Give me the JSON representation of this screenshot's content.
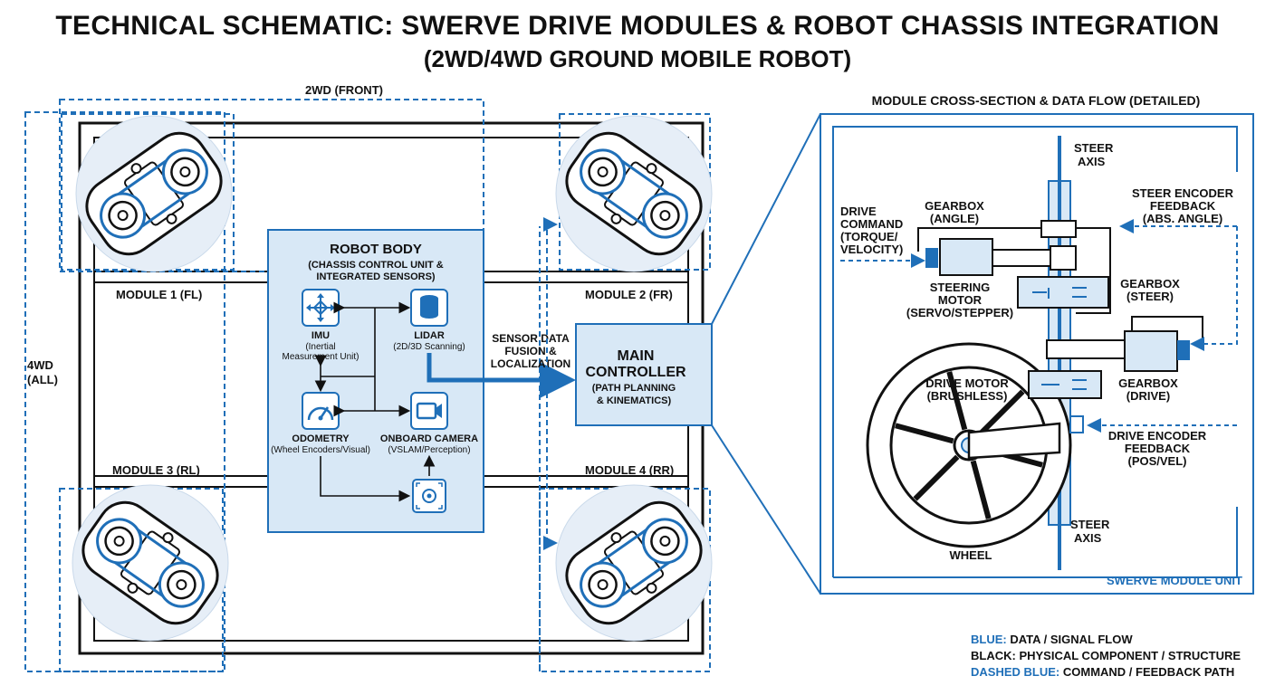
{
  "title": {
    "line1": "TECHNICAL SCHEMATIC: SWERVE DRIVE MODULES & ROBOT CHASSIS INTEGRATION",
    "line2": "(2WD/4WD GROUND MOBILE ROBOT)"
  },
  "chassis": {
    "label_2wd": "2WD (FRONT)",
    "label_4wd": [
      "4WD",
      "(ALL)"
    ],
    "modules": [
      {
        "id": "fl",
        "label": "MODULE 1 (FL)"
      },
      {
        "id": "fr",
        "label": "MODULE 2 (FR)"
      },
      {
        "id": "rl",
        "label": "MODULE 3 (RL)"
      },
      {
        "id": "rr",
        "label": "MODULE 4 (RR)"
      }
    ]
  },
  "robot_body": {
    "title": "ROBOT BODY",
    "subtitle": [
      "(CHASSIS CONTROL UNIT &",
      "INTEGRATED SENSORS)"
    ],
    "sensors": {
      "imu": {
        "name": "IMU",
        "desc": [
          "(Inertial",
          "Measurement Unit)"
        ]
      },
      "lidar": {
        "name": "LIDAR",
        "desc": [
          "(2D/3D Scanning)"
        ]
      },
      "odometry": {
        "name": "ODOMETRY",
        "desc": [
          "(Wheel Encoders/Visual)"
        ]
      },
      "camera": {
        "name": "ONBOARD CAMERA",
        "desc": [
          "(VSLAM/Perception)"
        ]
      }
    }
  },
  "fusion_label": [
    "SENSOR DATA",
    "FUSION &",
    "LOCALIZATION"
  ],
  "main_controller": {
    "title": [
      "MAIN",
      "CONTROLLER"
    ],
    "subtitle": [
      "(PATH PLANNING",
      "& KINEMATICS)"
    ]
  },
  "detail": {
    "title": "MODULE CROSS-SECTION & DATA FLOW (DETAILED)",
    "steer_axis_top": [
      "STEER",
      "AXIS"
    ],
    "steer_axis_bottom": [
      "STEER",
      "AXIS"
    ],
    "drive_command": [
      "DRIVE",
      "COMMAND",
      "(TORQUE/",
      "VELOCITY)"
    ],
    "gearbox_angle": [
      "GEARBOX",
      "(ANGLE)"
    ],
    "steer_encoder": [
      "STEER ENCODER",
      "FEEDBACK",
      "(ABS. ANGLE)"
    ],
    "steering_motor": [
      "STEERING",
      "MOTOR",
      "(SERVO/STEPPER)"
    ],
    "gearbox_steer": [
      "GEARBOX",
      "(STEER)"
    ],
    "drive_motor": [
      "DRIVE MOTOR",
      "(BRUSHLESS)"
    ],
    "gearbox_drive": [
      "GEARBOX",
      "(DRIVE)"
    ],
    "drive_encoder": [
      "DRIVE ENCODER",
      "FEEDBACK",
      "(POS/VEL)"
    ],
    "wheel": "WHEEL",
    "unit_label": "SWERVE MODULE UNIT"
  },
  "legend": [
    {
      "key": "BLUE:",
      "value": "DATA / SIGNAL FLOW",
      "key_color": "#1f6fb8"
    },
    {
      "key": "BLACK:",
      "value": "PHYSICAL COMPONENT / STRUCTURE",
      "key_color": "#111111"
    },
    {
      "key": "DASHED BLUE:",
      "value": "COMMAND / FEEDBACK PATH",
      "key_color": "#1f6fb8"
    }
  ],
  "colors": {
    "accent": "#1f6fb8",
    "panel_fill": "#d8e8f6",
    "structure": "#111111"
  }
}
